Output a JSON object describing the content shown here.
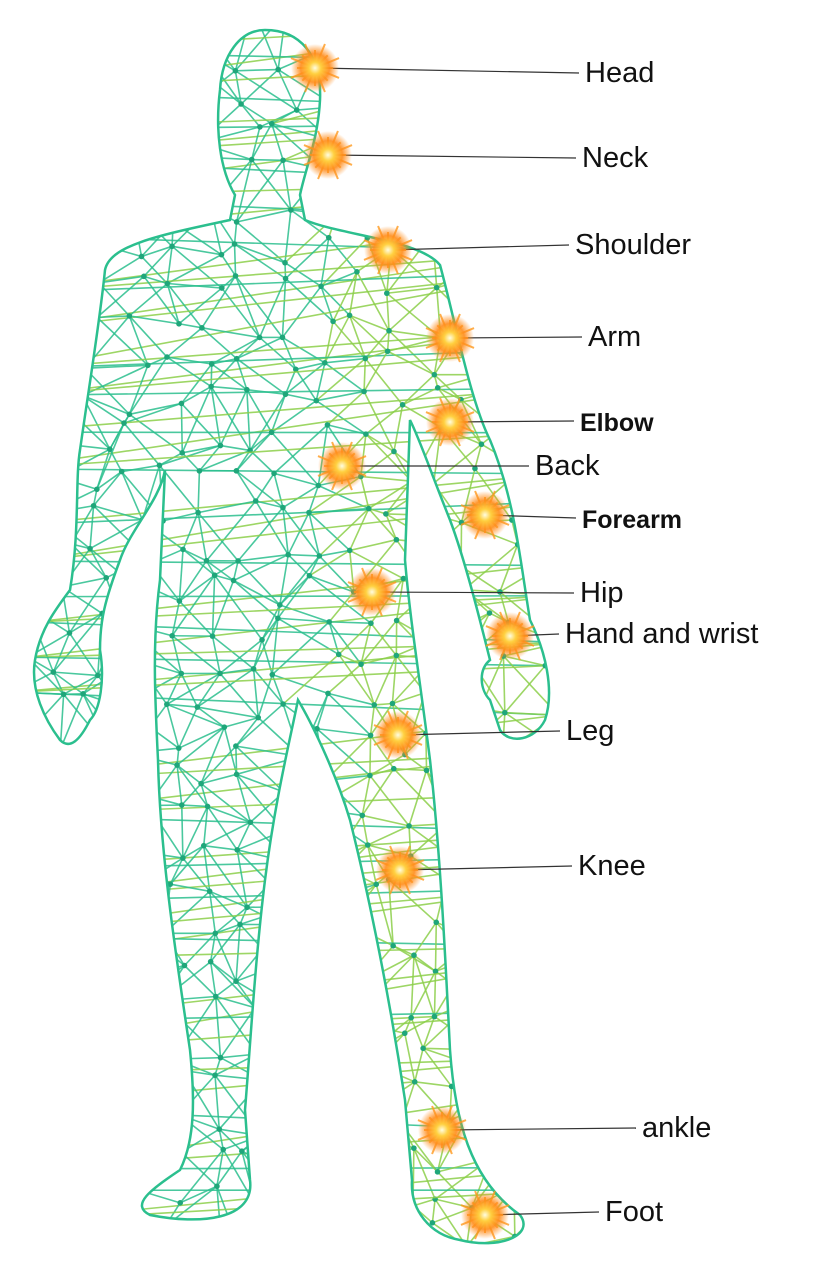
{
  "title": "Human body pain points",
  "colors": {
    "mesh": "#2bbf8e",
    "mesh_warm": "#8ccf4a",
    "glow": "#ff8c1a",
    "glow_core": "#fff7b0",
    "leader": "#333333"
  },
  "points": [
    {
      "label": "Head",
      "bold": false
    },
    {
      "label": "Neck",
      "bold": false
    },
    {
      "label": "Shoulder",
      "bold": false
    },
    {
      "label": "Arm",
      "bold": false
    },
    {
      "label": "Elbow",
      "bold": true
    },
    {
      "label": "Back",
      "bold": false
    },
    {
      "label": "Forearm",
      "bold": true
    },
    {
      "label": "Hip",
      "bold": false
    },
    {
      "label": "Hand and wrist",
      "bold": false
    },
    {
      "label": "Leg",
      "bold": false
    },
    {
      "label": "Knee",
      "bold": false
    },
    {
      "label": "ankle",
      "bold": false
    },
    {
      "label": "Foot",
      "bold": false
    }
  ]
}
